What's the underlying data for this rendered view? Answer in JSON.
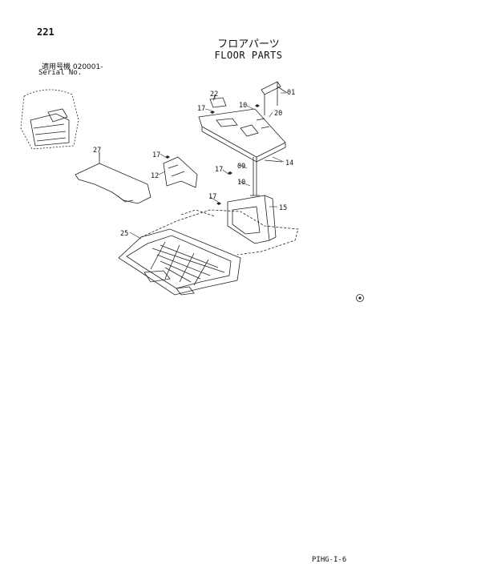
{
  "header": {
    "page_number": "221",
    "title_jp": "フロアパーツ",
    "title_en": "FLOOR PARTS",
    "serial_jp": "適用号機 020001-",
    "serial_en": "Serial No."
  },
  "callouts": {
    "c01": "01",
    "c22": "22",
    "c17a": "17",
    "c10a": "10",
    "c20": "20",
    "c14": "14",
    "c27": "27",
    "c17b": "17",
    "c12": "12",
    "c17c": "17",
    "c09": "09",
    "c10b": "10",
    "c17d": "17",
    "c15": "15",
    "c25": "25"
  },
  "footer": {
    "code": "PIHG-I-6"
  },
  "colors": {
    "ink": "#111111",
    "paper": "#ffffff"
  }
}
